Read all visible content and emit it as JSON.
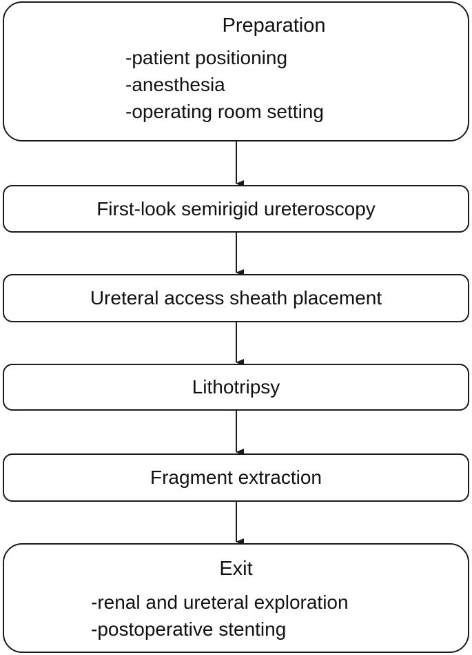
{
  "steps": {
    "preparation": {
      "title": "Preparation",
      "items": [
        "-patient positioning",
        "-anesthesia",
        "-operating room setting"
      ]
    },
    "first_look": {
      "label": "First-look semirigid ureteroscopy"
    },
    "access_sheath": {
      "label": "Ureteral access sheath placement"
    },
    "lithotripsy": {
      "label": "Lithotripsy"
    },
    "fragment_extraction": {
      "label": "Fragment extraction"
    },
    "exit": {
      "title": "Exit",
      "items": [
        "-renal and ureteral exploration",
        "-postoperative stenting"
      ]
    }
  },
  "colors": {
    "stroke": "#1a1a1a",
    "text": "#111111",
    "background": "#ffffff"
  }
}
